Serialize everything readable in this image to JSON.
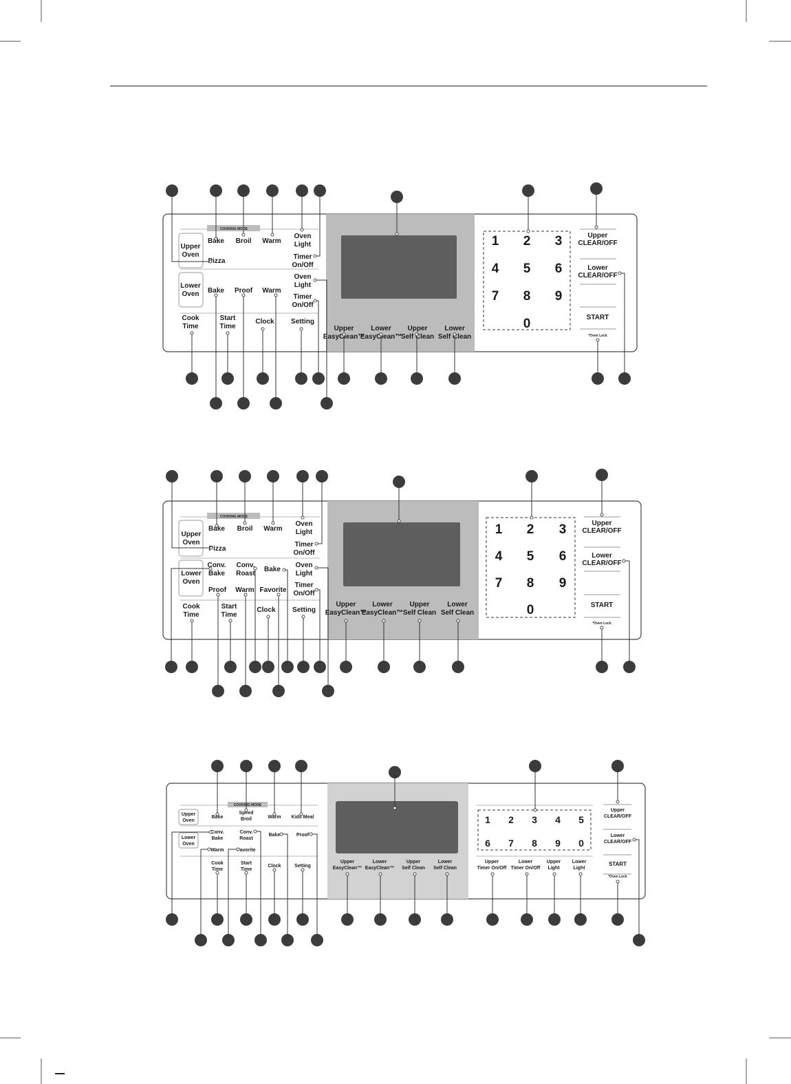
{
  "panels": [
    {
      "id": "panel-1",
      "cooking_mode_label": "COOKING MODE",
      "upper_oven_label": [
        "Upper",
        "Oven"
      ],
      "lower_oven_label": [
        "Lower",
        "Oven"
      ],
      "labels": [
        {
          "key": "bake-upper",
          "lines": [
            "Bake"
          ]
        },
        {
          "key": "broil",
          "lines": [
            "Broil"
          ]
        },
        {
          "key": "warm-upper",
          "lines": [
            "Warm"
          ]
        },
        {
          "key": "oven-light-upper",
          "lines": [
            "Oven",
            "Light"
          ]
        },
        {
          "key": "pizza",
          "lines": [
            "Pizza"
          ]
        },
        {
          "key": "timer-upper",
          "lines": [
            "Timer",
            "On/Off"
          ]
        },
        {
          "key": "oven-light-lower",
          "lines": [
            "Oven",
            "Light"
          ]
        },
        {
          "key": "bake-lower",
          "lines": [
            "Bake"
          ]
        },
        {
          "key": "proof",
          "lines": [
            "Proof"
          ]
        },
        {
          "key": "warm-lower",
          "lines": [
            "Warm"
          ]
        },
        {
          "key": "timer-lower",
          "lines": [
            "Timer",
            "On/Off"
          ]
        },
        {
          "key": "cook-time",
          "lines": [
            "Cook",
            "Time"
          ]
        },
        {
          "key": "start-time",
          "lines": [
            "Start",
            "Time"
          ]
        },
        {
          "key": "clock",
          "lines": [
            "Clock"
          ]
        },
        {
          "key": "setting",
          "lines": [
            "Setting"
          ]
        }
      ],
      "clean_buttons": [
        {
          "lines": [
            "Upper",
            "EasyClean™"
          ]
        },
        {
          "lines": [
            "Lower",
            "EasyClean™"
          ]
        },
        {
          "lines": [
            "Upper",
            "Self Clean"
          ]
        },
        {
          "lines": [
            "Lower",
            "Self Clean"
          ]
        }
      ],
      "keypad": [
        "1",
        "2",
        "3",
        "4",
        "5",
        "6",
        "7",
        "8",
        "9",
        "0"
      ],
      "right_buttons": {
        "upper_clear": [
          "Upper",
          "CLEAR/OFF"
        ],
        "lower_clear": [
          "Lower",
          "CLEAR/OFF"
        ],
        "start": "START",
        "oven_lock": "*Oven Lock"
      }
    },
    {
      "id": "panel-2",
      "cooking_mode_label": "COOKING MODE",
      "upper_oven_label": [
        "Upper",
        "Oven"
      ],
      "lower_oven_label": [
        "Lower",
        "Oven"
      ],
      "labels": [
        {
          "key": "bake-upper",
          "lines": [
            "Bake"
          ]
        },
        {
          "key": "broil",
          "lines": [
            "Broil"
          ]
        },
        {
          "key": "warm-upper",
          "lines": [
            "Warm"
          ]
        },
        {
          "key": "oven-light-upper",
          "lines": [
            "Oven",
            "Light"
          ]
        },
        {
          "key": "pizza",
          "lines": [
            "Pizza"
          ]
        },
        {
          "key": "timer-upper",
          "lines": [
            "Timer",
            "On/Off"
          ]
        },
        {
          "key": "conv-bake",
          "lines": [
            "Conv.",
            "Bake"
          ]
        },
        {
          "key": "conv-roast",
          "lines": [
            "Conv.",
            "Roast"
          ]
        },
        {
          "key": "bake-lower",
          "lines": [
            "Bake"
          ]
        },
        {
          "key": "oven-light-lower",
          "lines": [
            "Oven",
            "Light"
          ]
        },
        {
          "key": "proof",
          "lines": [
            "Proof"
          ]
        },
        {
          "key": "warm-lower",
          "lines": [
            "Warm"
          ]
        },
        {
          "key": "favorite",
          "lines": [
            "Favorite"
          ]
        },
        {
          "key": "timer-lower",
          "lines": [
            "Timer",
            "On/Off"
          ]
        },
        {
          "key": "cook-time",
          "lines": [
            "Cook",
            "Time"
          ]
        },
        {
          "key": "start-time",
          "lines": [
            "Start",
            "Time"
          ]
        },
        {
          "key": "clock",
          "lines": [
            "Clock"
          ]
        },
        {
          "key": "setting",
          "lines": [
            "Setting"
          ]
        }
      ],
      "clean_buttons": [
        {
          "lines": [
            "Upper",
            "EasyClean™"
          ]
        },
        {
          "lines": [
            "Lower",
            "EasyClean™"
          ]
        },
        {
          "lines": [
            "Upper",
            "Self Clean"
          ]
        },
        {
          "lines": [
            "Lower",
            "Self Clean"
          ]
        }
      ],
      "keypad": [
        "1",
        "2",
        "3",
        "4",
        "5",
        "6",
        "7",
        "8",
        "9",
        "0"
      ],
      "right_buttons": {
        "upper_clear": [
          "Upper",
          "CLEAR/OFF"
        ],
        "lower_clear": [
          "Lower",
          "CLEAR/OFF"
        ],
        "start": "START",
        "oven_lock": "*Oven Lock"
      }
    },
    {
      "id": "panel-3",
      "cooking_mode_label": "COOKING MODE",
      "upper_oven_label": [
        "Upper",
        "Oven"
      ],
      "lower_oven_label": [
        "Lower",
        "Oven"
      ],
      "labels": [
        {
          "key": "bake-upper",
          "lines": [
            "Bake"
          ]
        },
        {
          "key": "speed-broil",
          "lines": [
            "Speed",
            "Broil"
          ]
        },
        {
          "key": "warm-upper",
          "lines": [
            "Warm"
          ]
        },
        {
          "key": "kids-meal",
          "lines": [
            "Kids Meal"
          ]
        },
        {
          "key": "conv-bake",
          "lines": [
            "Conv.",
            "Bake"
          ]
        },
        {
          "key": "conv-roast",
          "lines": [
            "Conv.",
            "Roast"
          ]
        },
        {
          "key": "bake-lower",
          "lines": [
            "Bake"
          ]
        },
        {
          "key": "proof",
          "lines": [
            "Proof"
          ]
        },
        {
          "key": "warm-lower",
          "lines": [
            "Warm"
          ]
        },
        {
          "key": "favorite",
          "lines": [
            "Favorite"
          ]
        },
        {
          "key": "cook-time",
          "lines": [
            "Cook",
            "Time"
          ]
        },
        {
          "key": "start-time",
          "lines": [
            "Start",
            "Time"
          ]
        },
        {
          "key": "clock",
          "lines": [
            "Clock"
          ]
        },
        {
          "key": "setting",
          "lines": [
            "Setting"
          ]
        }
      ],
      "clean_buttons": [
        {
          "lines": [
            "Upper",
            "EasyClean™"
          ]
        },
        {
          "lines": [
            "Lower",
            "EasyClean™"
          ]
        },
        {
          "lines": [
            "Upper",
            "Self Clean"
          ]
        },
        {
          "lines": [
            "Lower",
            "Self Clean"
          ]
        }
      ],
      "keypad": [
        "1",
        "2",
        "3",
        "4",
        "5",
        "6",
        "7",
        "8",
        "9",
        "0"
      ],
      "extra_buttons": [
        {
          "lines": [
            "Upper",
            "Timer On/Off"
          ]
        },
        {
          "lines": [
            "Lower",
            "Timer On/Off"
          ]
        },
        {
          "lines": [
            "Upper",
            "Light"
          ]
        },
        {
          "lines": [
            "Lower",
            "Light"
          ]
        }
      ],
      "right_buttons": {
        "upper_clear": [
          "Upper",
          "CLEAR/OFF"
        ],
        "lower_clear": [
          "Lower",
          "CLEAR/OFF"
        ],
        "start": "START",
        "oven_lock": "*Oven Lock"
      }
    }
  ]
}
